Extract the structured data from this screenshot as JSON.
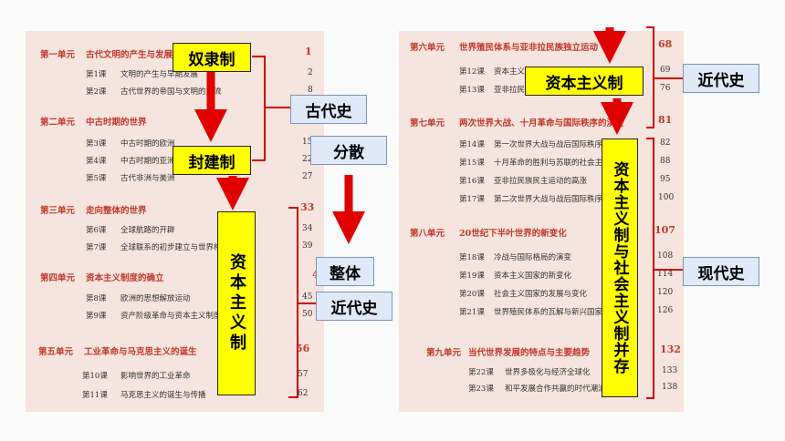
{
  "left_page": {
    "units": [
      {
        "label": "第一单元",
        "title": "古代文明的产生与发展",
        "page": "1",
        "lessons": [
          {
            "label": "第1课",
            "title": "文明的产生与早期发展",
            "page": "2"
          },
          {
            "label": "第2课",
            "title": "古代世界的帝国与文明的交流",
            "page": "8"
          }
        ]
      },
      {
        "label": "第二单元",
        "title": "中古时期的世界",
        "page": "",
        "lessons": [
          {
            "label": "第3课",
            "title": "中古时期的欧洲",
            "page": "15"
          },
          {
            "label": "第4课",
            "title": "中古时期的亚洲",
            "page": "22"
          },
          {
            "label": "第5课",
            "title": "古代非洲与美洲",
            "page": "27"
          }
        ]
      },
      {
        "label": "第三单元",
        "title": "走向整体的世界",
        "page": "33",
        "lessons": [
          {
            "label": "第6课",
            "title": "全球航路的开辟",
            "page": "34"
          },
          {
            "label": "第7课",
            "title": "全球联系的初步建立与世界格局的演变",
            "page": "39"
          }
        ]
      },
      {
        "label": "第四单元",
        "title": "资本主义制度的确立",
        "page": "44",
        "lessons": [
          {
            "label": "第8课",
            "title": "欧洲的思想解放运动",
            "page": "45"
          },
          {
            "label": "第9课",
            "title": "资产阶级革命与资本主义制度的确立",
            "page": "50"
          }
        ]
      },
      {
        "label": "第五单元",
        "title": "工业革命与马克思主义的诞生",
        "page": "56",
        "lessons": [
          {
            "label": "第10课",
            "title": "影响世界的工业革命",
            "page": "57"
          },
          {
            "label": "第11课",
            "title": "马克思主义的诞生与传播",
            "page": "62"
          }
        ]
      }
    ]
  },
  "right_page": {
    "units": [
      {
        "label": "第六单元",
        "title": "世界殖民体系与亚非拉民族独立运动",
        "page": "68",
        "lessons": [
          {
            "label": "第12课",
            "title": "资本主义世界殖民体系的形成",
            "page": "69"
          },
          {
            "label": "第13课",
            "title": "亚非拉民族独立运动",
            "page": "76"
          }
        ]
      },
      {
        "label": "第七单元",
        "title": "两次世界大战、十月革命与国际秩序的演变",
        "page": "81",
        "lessons": [
          {
            "label": "第14课",
            "title": "第一次世界大战与战后国际秩序",
            "page": "82"
          },
          {
            "label": "第15课",
            "title": "十月革命的胜利与苏联的社会主义实践",
            "page": "88"
          },
          {
            "label": "第16课",
            "title": "亚非拉民族民主运动的高涨",
            "page": "95"
          },
          {
            "label": "第17课",
            "title": "第二次世界大战与战后国际秩序的形成",
            "page": "100"
          }
        ]
      },
      {
        "label": "第八单元",
        "title": "20世纪下半叶世界的新变化",
        "page": "107",
        "lessons": [
          {
            "label": "第18课",
            "title": "冷战与国际格局的演变",
            "page": "108"
          },
          {
            "label": "第19课",
            "title": "资本主义国家的新变化",
            "page": "114"
          },
          {
            "label": "第20课",
            "title": "社会主义国家的发展与变化",
            "page": "120"
          },
          {
            "label": "第21课",
            "title": "世界殖民体系的瓦解与新兴国家的发展",
            "page": "126"
          }
        ]
      },
      {
        "label": "第九单元",
        "title": "当代世界发展的特点与主要趋势",
        "page": "132",
        "lessons": [
          {
            "label": "第22课",
            "title": "世界多极化与经济全球化",
            "page": "133"
          },
          {
            "label": "第23课",
            "title": "和平发展合作共赢的时代潮流",
            "page": "138"
          }
        ]
      }
    ]
  },
  "annotations": {
    "slavery": "奴隶制",
    "feudalism": "封建制",
    "ancient_history": "古代史",
    "scattered": "分散",
    "whole": "整体",
    "capitalism_vertical": "资本主义制",
    "modern_history_left": "近代史",
    "capitalism": "资本主义制",
    "modern_history_right": "近代史",
    "coexist_vertical": "资本主义制与社会主义制并存",
    "contemporary_history": "现代史"
  },
  "colors": {
    "page_bg": "#f6e4de",
    "unit_red": "#c0392b",
    "arrow_red": "#e00000",
    "highlight_yellow": "#ffff00",
    "label_blue": "#dfe9f7"
  }
}
